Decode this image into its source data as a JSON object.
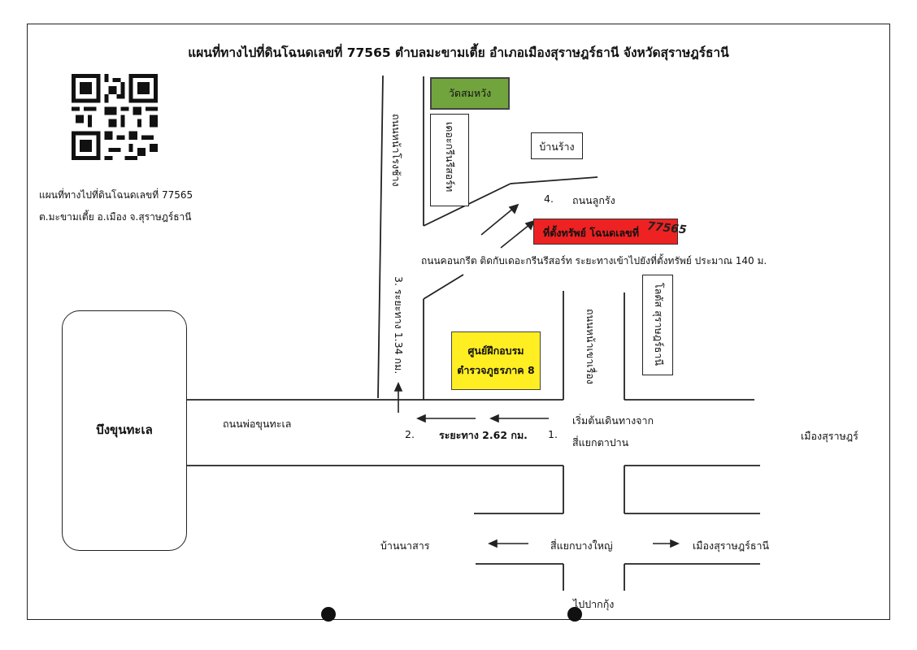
{
  "map": {
    "title": "แผนที่ทางไปที่ดินโฉนดเลขที่ 77565 ตำบลมะขามเตี้ย อำเภอเมืองสุราษฎร์ธานี จังหวัดสุราษฎร์ธานี",
    "caption_line1": "แผนที่ทางไปที่ดินโฉนดเลขที่ 77565",
    "caption_line2": "ต.มะขามเตี้ย อ.เมือง จ.สุราษฎร์ธานี",
    "lake_label": "บึงขุนทะเล",
    "roads": {
      "pho_khun_thale": "ถนนพ่อขุนทะเล",
      "na_pho_rang": "ถนนหน้าโรงช้าง",
      "luk_rang": "ถนนลูกรัง",
      "concrete_note": "ถนนคอนกรีต ติดกับเดอะกรีนรีสอร์ท ระยะทางเข้าไปยังที่ตั้งทรัพย์ ประมาณ 140 ม.",
      "khao_rang": "ถนนหน้าเขาเรื่อง"
    },
    "places": {
      "wat": "วัดสมหวัง",
      "resort": "เดอะกรีนรีสอร์ท",
      "ban_rang": "บ้านร้าง",
      "property": "ที่ตั้งทรัพย์ โฉนดเลขที่",
      "deed_number": "77565",
      "training_line1": "ศูนย์ฝึกอบรม",
      "training_line2": "ตำรวจภูธรภาค 8",
      "lotus": "โลตัส สุราษฎร์ธานี",
      "muang_surat": "เมืองสุราษฎร์",
      "ban_na_san": "บ้านนาสาร",
      "bang_yai": "สี่แยกบางใหญ่",
      "muang_surat_thani": "เมืองสุราษฎร์ธานี",
      "pak_kung": "ไปปากกุ้ง"
    },
    "steps": {
      "s1": "1.",
      "s1_text": "เริ่มต้นเดินทางจาก",
      "s1_sub": "สี่แยกตาปาน",
      "s2": "2.",
      "s2_dist": "ระยะทาง 2.62 กม.",
      "s3": "3. ระยะทาง 1.34 กม.",
      "s4": "4."
    },
    "colors": {
      "wat_green": "#72a43e",
      "property_red": "#ee2222",
      "training_yellow": "#ffee22"
    }
  }
}
